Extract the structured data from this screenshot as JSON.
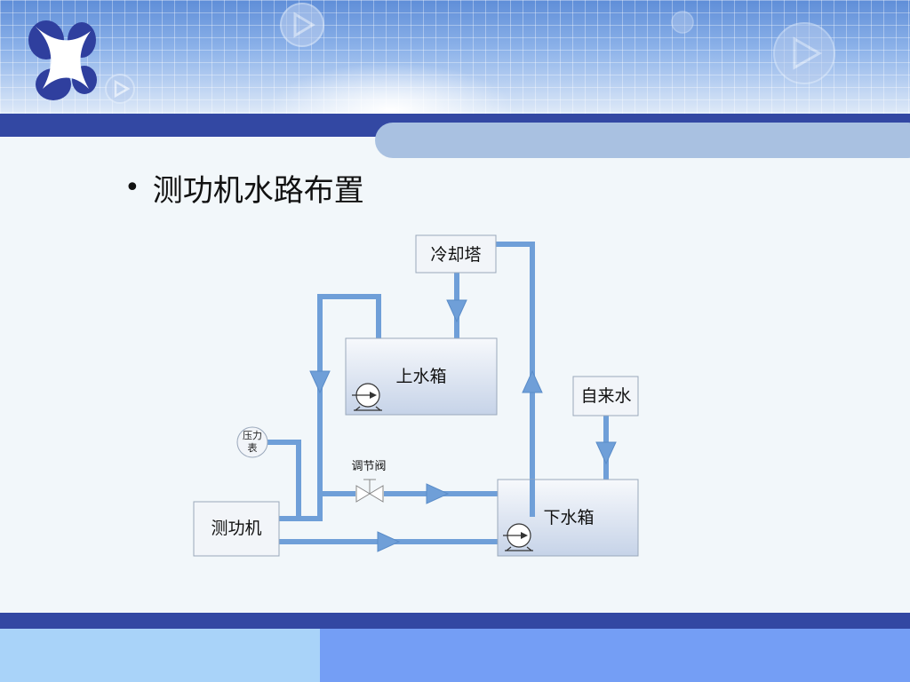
{
  "slide": {
    "bullet": "•",
    "title": "测功机水路布置"
  },
  "diagram": {
    "nodes": {
      "cooling_tower": "冷却塔",
      "upper_tank": "上水箱",
      "tap_water": "自来水",
      "pressure_gauge_line1": "压力",
      "pressure_gauge_line2": "表",
      "regulating_valve": "调节阀",
      "lower_tank": "下水箱",
      "dynamometer": "测功机"
    }
  },
  "colors": {
    "pipe": "#6f9fd8",
    "box_border": "#9aa8bb",
    "tank_fill_top": "#f7f9fc",
    "tank_fill_bottom": "#c6d3e8",
    "navy": "#3348a3"
  }
}
